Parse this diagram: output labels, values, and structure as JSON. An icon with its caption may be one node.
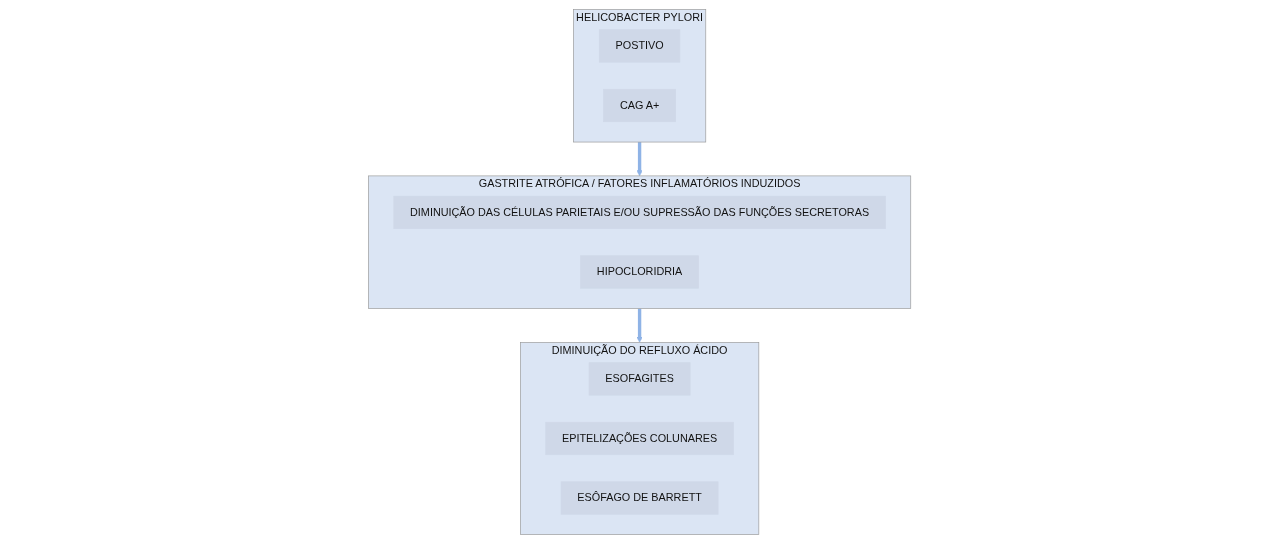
{
  "diagram": {
    "nodes": [
      {
        "text": [
          "HELICOBACTER PYLORI"
        ]
      },
      {
        "text": [
          "POSTIVO"
        ],
        "in": 0
      },
      {
        "text": [
          "CAG A+"
        ],
        "in": 0
      },
      {
        "text": [
          "GASTRITE ATRÓFICA / FATORES INFLAMATÓRIOS INDUZIDOS"
        ]
      },
      {
        "text": [
          "DIMINUIÇÃO DAS CÉLULAS PARIETAIS E/OU SUPRESSÃO DAS FUNÇÕES SECRETORAS"
        ],
        "in": 3
      },
      {
        "text": [
          "HIPOCLORIDRIA"
        ],
        "in": 3
      },
      {
        "text": [
          "DIMINUIÇÃO DO REFLUXO ÁCIDO"
        ]
      },
      {
        "text": [
          "ESOFAGITES"
        ],
        "in": 6
      },
      {
        "text": [
          "EPITELIZAÇÕES COLUNARES"
        ],
        "in": 6
      },
      {
        "text": [
          "ESÔFAGO DE BARRETT"
        ],
        "in": 6
      }
    ],
    "edges": [
      {
        "from": 0,
        "to": 3,
        "arrow": "to"
      },
      {
        "from": 3,
        "to": 6,
        "arrow": "to"
      }
    ]
  }
}
